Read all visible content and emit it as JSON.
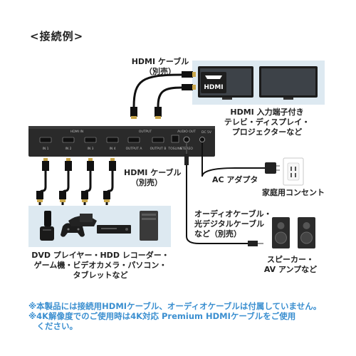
{
  "title": "<接続例>",
  "labels": {
    "hdmi_cable_top": [
      "HDMI ケーブル",
      "（別売）"
    ],
    "hdmi_cable_mid": [
      "HDMI ケーブル",
      "（別売）"
    ],
    "display_devices": [
      "HDMI 入力端子付き",
      "テレビ・ディスプレイ・",
      "プロジェクターなど"
    ],
    "ac_adapter": "AC アダプタ",
    "outlet": "家庭用コンセント",
    "audio_cable": [
      "オーディオケーブル・",
      "光デジタルケーブル",
      "など（別売）"
    ],
    "speaker": [
      "スピーカー・",
      "AV アンプなど"
    ],
    "sources": [
      "DVD プレイヤー・HDD レコーダー・",
      "ゲーム機・ビデオカメラ・パソコン・",
      "タブレットなど"
    ]
  },
  "device": {
    "hdmi_in_group": "HDMI IN",
    "hdmi_out_group": "OUTPUT",
    "in_ports": [
      "IN 1",
      "IN 2",
      "IN 3",
      "IN 4"
    ],
    "out_ports": [
      "OUTPUT A",
      "OUTPUT B"
    ],
    "toslink": "TOSLINK",
    "stereo": "STEREO",
    "audio_out": "AUDIO OUT",
    "dc": "DC 5V"
  },
  "hdmi_badge": "HDMI",
  "notes": [
    "※本製品には接続用HDMIケーブル、オーディオケーブルは付属していません。",
    "※4K解像度でのご使用時は4K対応 Premium HDMIケーブルをご使用",
    "　ください。"
  ],
  "colors": {
    "panel": "#dde9f1",
    "note": "#3b8fd0",
    "device": "#2a2a2a"
  }
}
